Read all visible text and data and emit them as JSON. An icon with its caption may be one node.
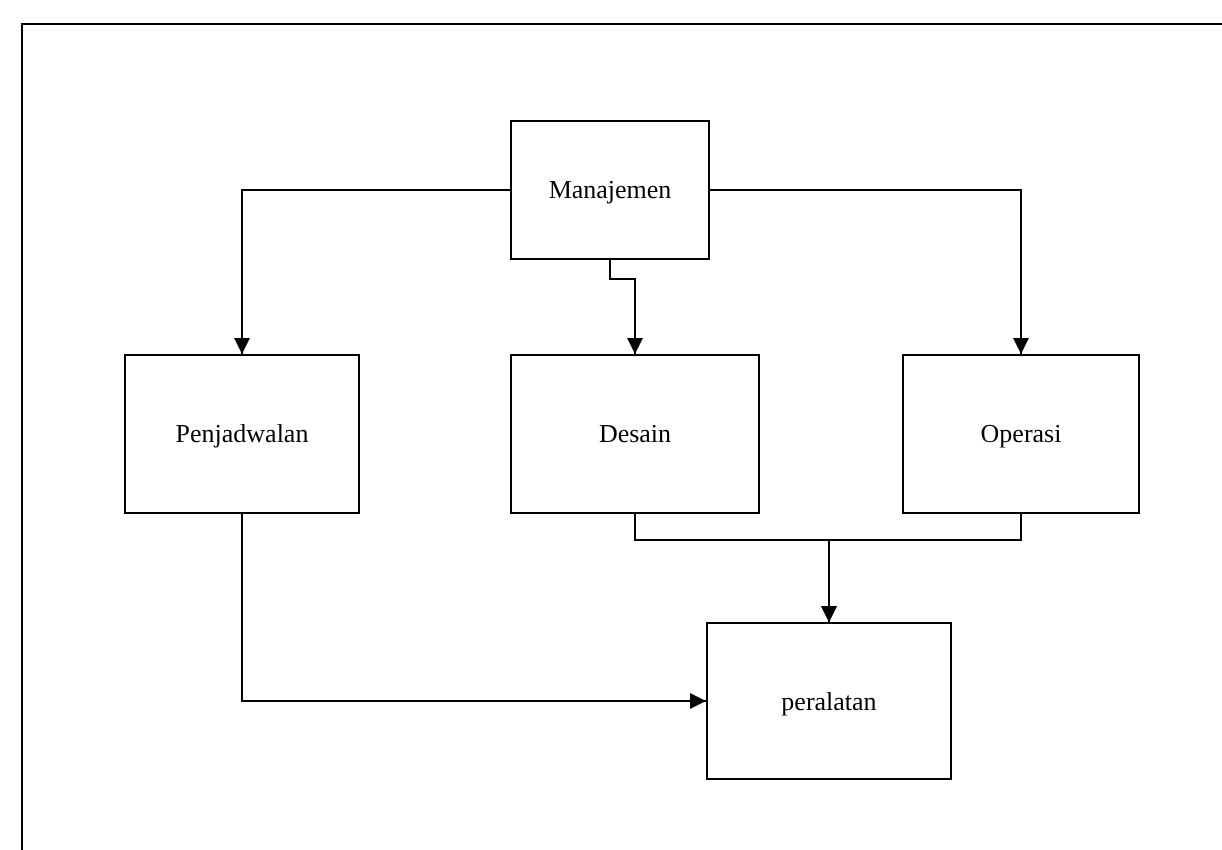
{
  "diagram": {
    "nodes": [
      {
        "text": [
          "Manajemen"
        ]
      },
      {
        "text": [
          "Penjadwalan"
        ]
      },
      {
        "text": [
          "Desain"
        ]
      },
      {
        "text": [
          "Operasi"
        ]
      },
      {
        "text": [
          "peralatan"
        ]
      }
    ],
    "edges": [
      {
        "from": 0,
        "to": 1,
        "arrow": "to"
      },
      {
        "from": 0,
        "to": 2,
        "arrow": "to"
      },
      {
        "from": 0,
        "to": 3,
        "arrow": "to"
      },
      {
        "from": 1,
        "to": 4,
        "arrow": "to"
      },
      {
        "from": 2,
        "to": 4,
        "arrow": "to"
      },
      {
        "from": 3,
        "to": 4,
        "arrow": "to"
      }
    ]
  }
}
